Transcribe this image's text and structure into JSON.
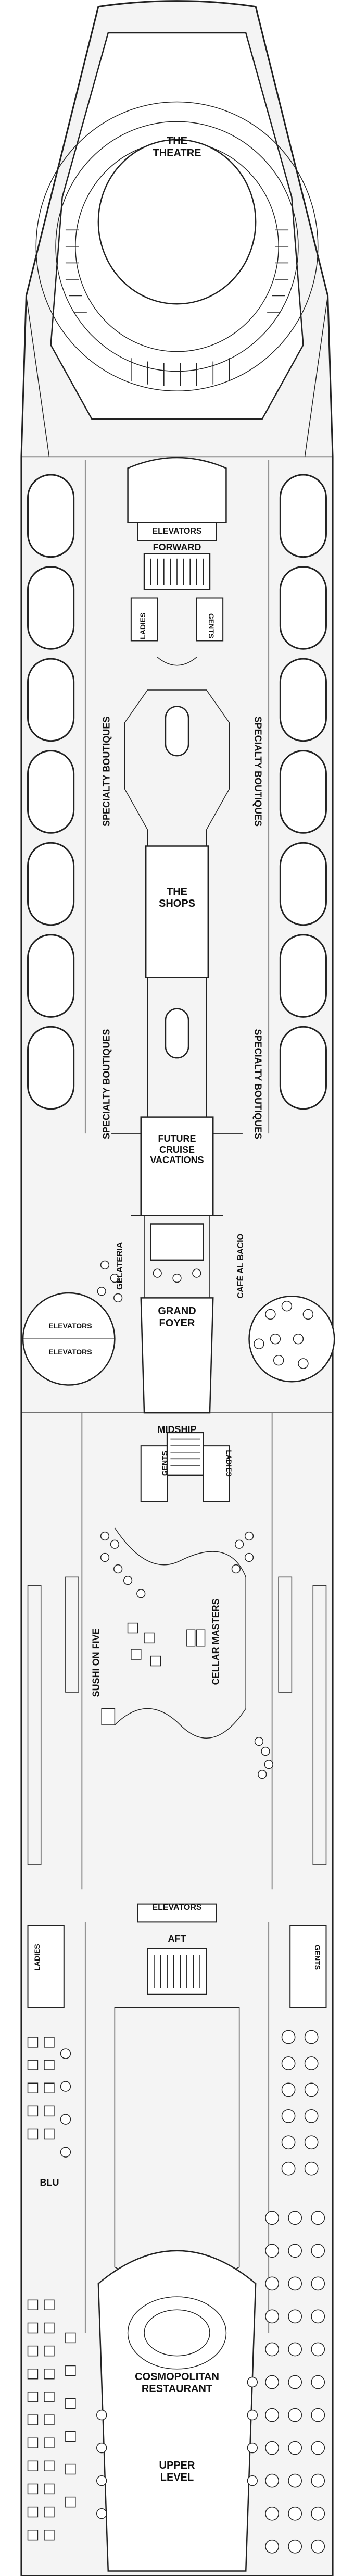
{
  "deck_plan": {
    "labels": {
      "theatre_line1": "THE",
      "theatre_line2": "THEATRE",
      "elevators_forward": "ELEVATORS",
      "forward": "FORWARD",
      "ladies_forward": "LADIES",
      "gents_forward": "GENTS",
      "boutiques_left_1": "SPECIALTY BOUTIQUES",
      "boutiques_right_1": "SPECIALTY BOUTIQUES",
      "shops_line1": "THE",
      "shops_line2": "SHOPS",
      "boutiques_left_2": "SPECIALTY BOUTIQUES",
      "boutiques_right_2": "SPECIALTY BOUTIQUES",
      "fcv_line1": "FUTURE",
      "fcv_line2": "CRUISE",
      "fcv_line3": "VACATIONS",
      "gelateria": "GELATERIA",
      "cafe_al_bacio": "CAFÉ AL BACIO",
      "grand_foyer_line1": "GRAND",
      "grand_foyer_line2": "FOYER",
      "elevators_left_top": "ELEVATORS",
      "elevators_left_bottom": "ELEVATORS",
      "midship": "MIDSHIP",
      "gents_midship": "GENTS",
      "ladies_midship": "LADIES",
      "sushi_on_five": "SUSHI ON FIVE",
      "cellar_masters": "CELLAR MASTERS",
      "elevators_aft": "ELEVATORS",
      "aft": "AFT",
      "ladies_aft": "LADIES",
      "gents_aft": "GENTS",
      "blu": "BLU",
      "cosmopolitan_line1": "COSMOPOLITAN",
      "cosmopolitan_line2": "RESTAURANT",
      "upper_level_line1": "UPPER",
      "upper_level_line2": "LEVEL"
    }
  }
}
